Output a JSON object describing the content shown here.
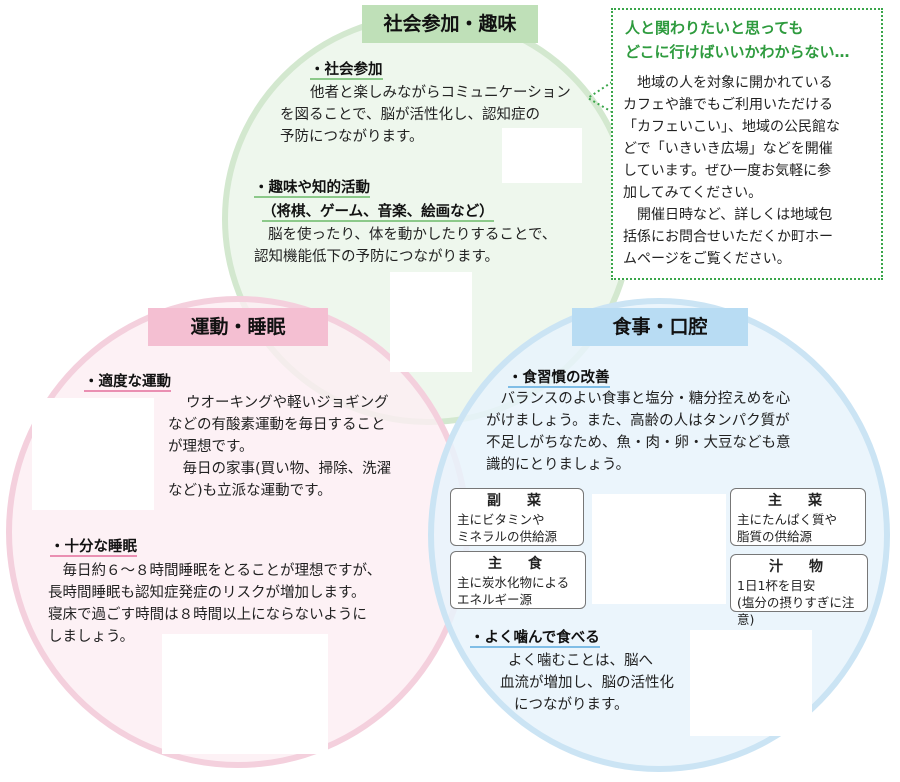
{
  "social": {
    "title": "社会参加・趣味",
    "sec1_heading": "・社会参加",
    "sec1_lines": [
      "他者と楽しみながらコミュニケーション",
      "を図ることで、脳が活性化し、認知症の",
      "予防につながります。"
    ],
    "sec2_heading1": "・趣味や知的活動",
    "sec2_heading2": "（将棋、ゲーム、音楽、絵画など）",
    "sec2_lines": [
      "脳を使ったり、体を動かしたりすることで、",
      "認知機能低下の予防につながります。"
    ]
  },
  "info": {
    "title": "人と関わりたいと思っても\nどこに行けばいいかわからない…",
    "body": "　地域の人を対象に開かれている\nカフェや誰でもご利用いただける\n「カフェいこい」、地域の公民館な\nどで「いきいき広場」などを開催\nしています。ぜひ一度お気軽に参\n加してみてください。\n　開催日時など、詳しくは地域包\n括係にお問合せいただくか町ホー\nムページをご覧ください。"
  },
  "exercise": {
    "title": "運動・睡眠",
    "sec1_heading": "・適度な運動",
    "sec1_lines": [
      "ウオーキングや軽いジョギング",
      "などの有酸素運動を毎日すること",
      "が理想です。",
      "　毎日の家事(買い物、掃除、洗濯",
      "など)も立派な運動です。"
    ],
    "sec2_heading": "・十分な睡眠",
    "sec2_lines": [
      "　毎日約６～８時間睡眠をとることが理想ですが、",
      "長時間睡眠も認知症発症のリスクが増加します。",
      "寝床で過ごす時間は８時間以上にならないように",
      "しましょう。"
    ]
  },
  "food": {
    "title": "食事・口腔",
    "sec1_heading": "・食習慣の改善",
    "sec1_lines": [
      "　バランスのよい食事と塩分・糖分控えめを心",
      "がけましょう。また、高齢の人はタンパク質が",
      "不足しがちなため、魚・肉・卵・大豆なども意",
      "識的にとりましょう。"
    ],
    "boxes": {
      "fukusai": {
        "title": "副　菜",
        "lines": [
          "主にビタミンや",
          "ミネラルの供給源"
        ]
      },
      "shushoku": {
        "title": "主　食",
        "lines": [
          "主に炭水化物による",
          "エネルギー源"
        ]
      },
      "shusai": {
        "title": "主　菜",
        "lines": [
          "主にたんぱく質や",
          "脂質の供給源"
        ]
      },
      "shirumono": {
        "title": "汁　物",
        "lines": [
          "1日1杯を目安",
          "(塩分の摂りすぎに注意)"
        ]
      }
    },
    "sec2_heading": "・よく噛んで食べる",
    "sec2_lines": [
      "よく噛むことは、脳へ",
      "血流が増加し、脳の活性化",
      "につながります。"
    ]
  },
  "colors": {
    "green": "#bfe0b8",
    "pink": "#f4bfd2",
    "blue": "#b8dcf3",
    "info_accent": "#2e9b3e"
  }
}
